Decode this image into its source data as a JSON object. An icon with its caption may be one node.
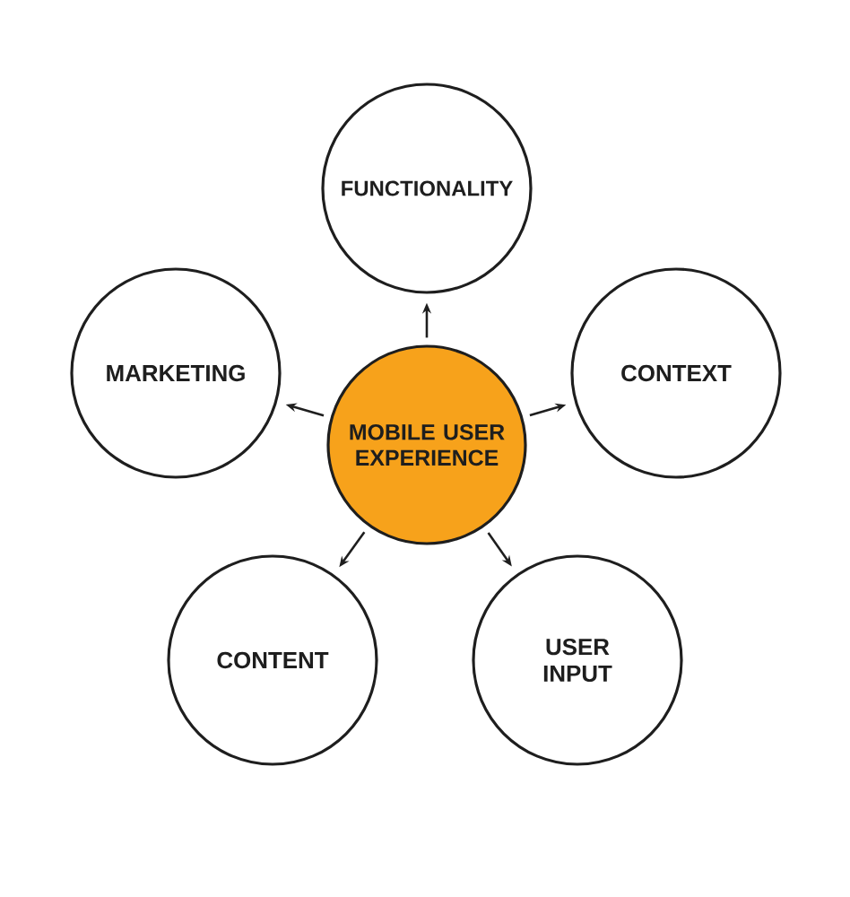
{
  "diagram": {
    "nodes": [
      {
        "text": [
          "MOBILE USER EXPERIENCE"
        ]
      },
      {
        "text": [
          "FUNCTIONALITY"
        ]
      },
      {
        "text": [
          "MARKETING"
        ]
      },
      {
        "text": [
          "CONTEXT"
        ]
      },
      {
        "text": [
          "CONTENT"
        ]
      },
      {
        "text": [
          "USER INPUT"
        ]
      }
    ],
    "edges": [
      {
        "from": 0,
        "to": 1,
        "arrow": "to"
      },
      {
        "from": 0,
        "to": 2,
        "arrow": "to"
      },
      {
        "from": 0,
        "to": 3,
        "arrow": "to"
      },
      {
        "from": 0,
        "to": 4,
        "arrow": "to"
      },
      {
        "from": 0,
        "to": 5,
        "arrow": "to"
      }
    ]
  }
}
